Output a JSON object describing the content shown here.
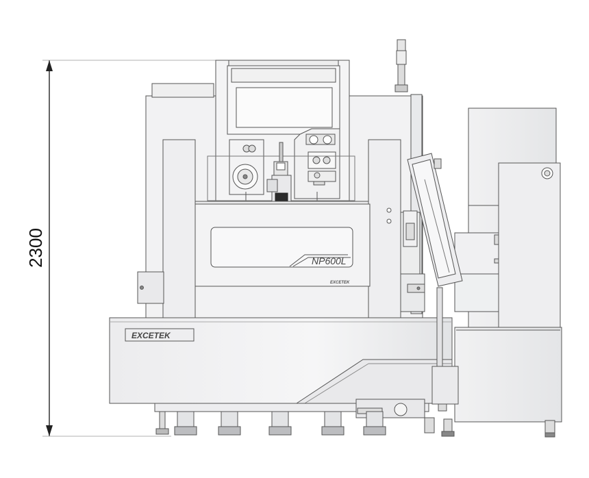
{
  "dimension": {
    "height_value": "2300"
  },
  "machine": {
    "brand_panel": "EXCETEK",
    "brand_cover": "EXCETEK",
    "model": "NP600L"
  },
  "colors": {
    "stroke": "#555555",
    "fill_light": "#f3f3f4",
    "fill_mid": "#e6e7e9",
    "fill_dark": "#cfd0d3",
    "line_dark": "#222222"
  }
}
